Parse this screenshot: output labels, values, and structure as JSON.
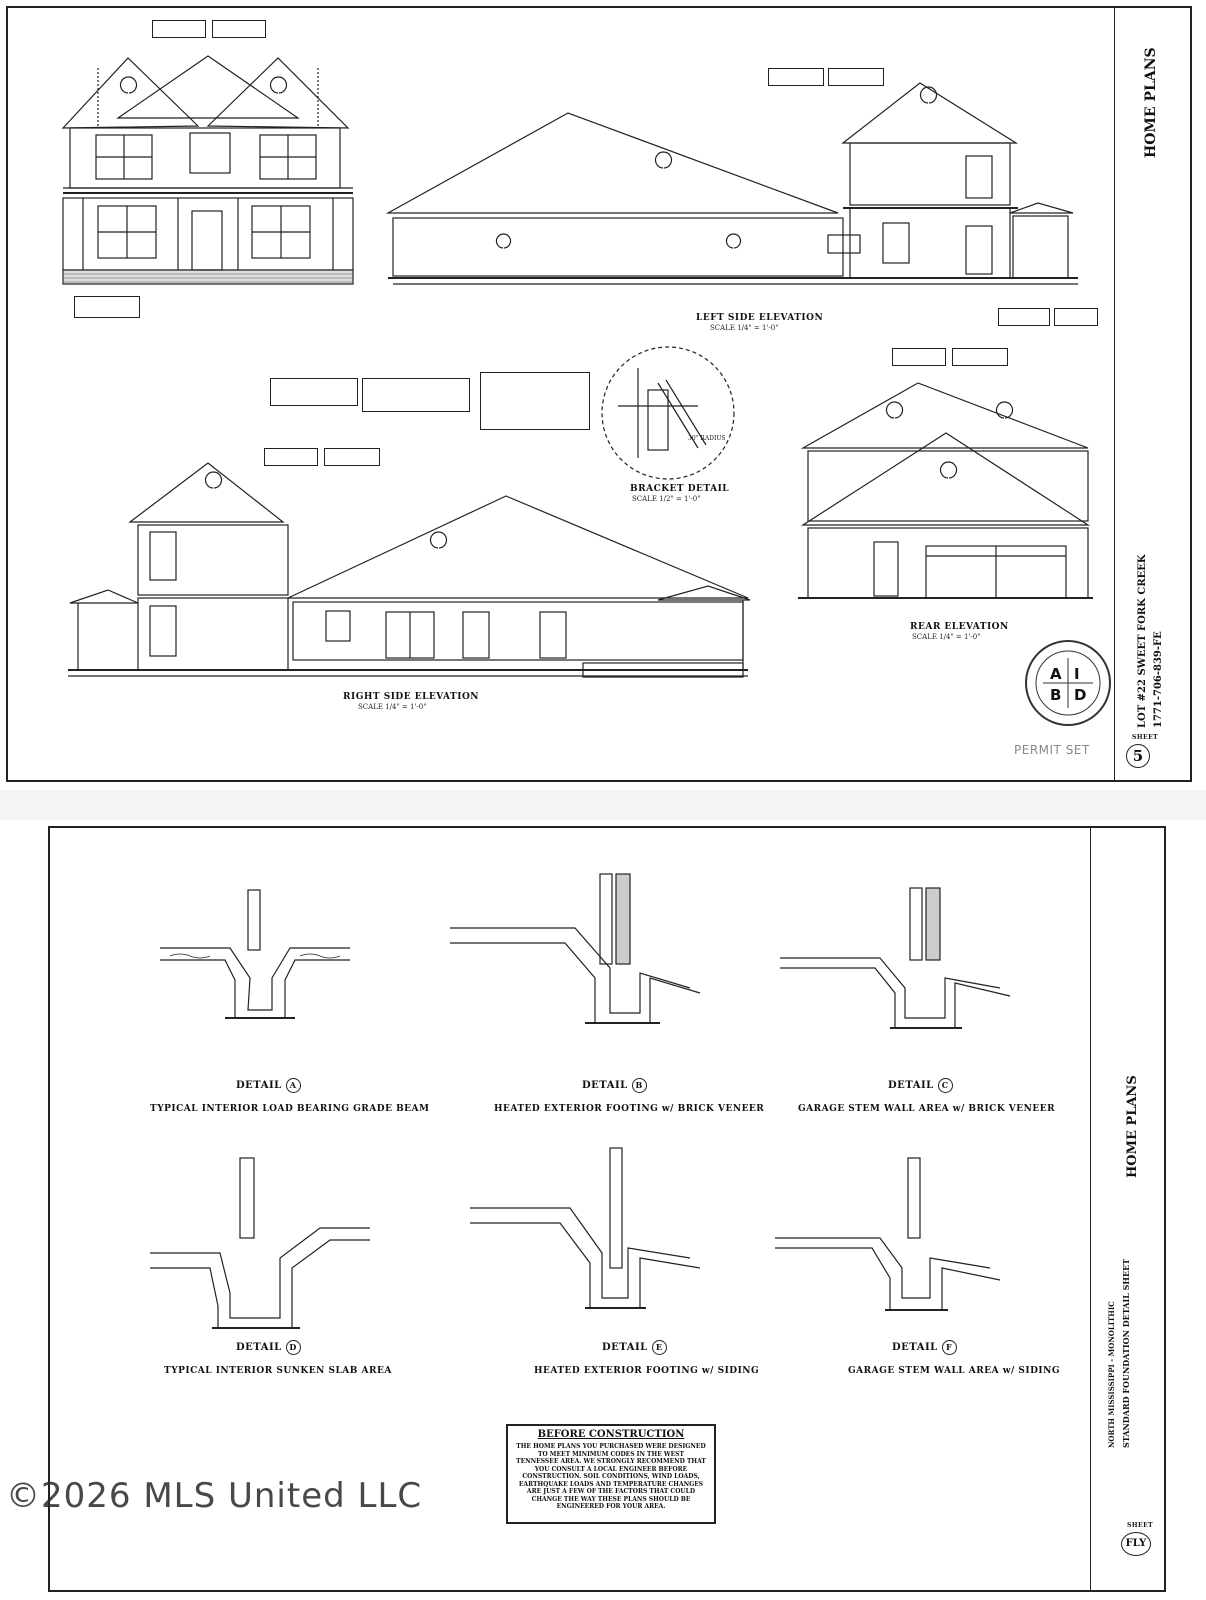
{
  "sheet1": {
    "titles": {
      "left_side": "LEFT SIDE ELEVATION",
      "right_side": "RIGHT SIDE ELEVATION",
      "rear": "REAR ELEVATION",
      "bracket": "BRACKET DETAIL"
    },
    "scales": {
      "left_side": "SCALE 1/4\" = 1'-0\"",
      "right_side": "SCALE 1/4\" = 1'-0\"",
      "rear": "SCALE 1/4\" = 1'-0\"",
      "bracket": "SCALE 1/2\" = 1'-0\""
    },
    "bracket_radius": "30\" RADIUS",
    "title_block": {
      "company": "HOME PLANS",
      "lot": "LOT #22 SWEET FORK CREEK",
      "plan_no": "1771-706-839-FE",
      "sheet_label": "SHEET",
      "sheet_number": "5",
      "permit": "PERMIT SET"
    },
    "stamp_letters": [
      "A",
      "I",
      "B",
      "D"
    ]
  },
  "sheet2": {
    "details": [
      {
        "tag": "A",
        "label": "DETAIL",
        "title": "TYPICAL INTERIOR LOAD BEARING GRADE BEAM"
      },
      {
        "tag": "B",
        "label": "DETAIL",
        "title": "HEATED EXTERIOR FOOTING w/ BRICK VENEER"
      },
      {
        "tag": "C",
        "label": "DETAIL",
        "title": "GARAGE STEM WALL AREA w/ BRICK VENEER"
      },
      {
        "tag": "D",
        "label": "DETAIL",
        "title": "TYPICAL INTERIOR  SUNKEN SLAB AREA"
      },
      {
        "tag": "E",
        "label": "DETAIL",
        "title": "HEATED EXTERIOR FOOTING w/ SIDING"
      },
      {
        "tag": "F",
        "label": "DETAIL",
        "title": "GARAGE STEM WALL AREA w/ SIDING"
      }
    ],
    "before_construction": {
      "title": "BEFORE CONSTRUCTION",
      "text": "THE HOME PLANS YOU PURCHASED WERE DESIGNED TO MEET MINIMUM CODES IN THE WEST TENNESSEE AREA.  WE STRONGLY RECOMMEND THAT YOU CONSULT A LOCAL ENGINEER BEFORE CONSTRUCTION.  SOIL CONDITIONS, WIND LOADS, EARTHQUAKE LOADS AND TEMPERATURE CHANGES ARE JUST A FEW OF THE FACTORS THAT COULD CHANGE THE WAY THESE PLANS SHOULD BE ENGINEERED FOR YOUR AREA."
    },
    "title_block": {
      "company": "HOME PLANS",
      "sheet_name": "STANDARD FOUNDATION DETAIL SHEET",
      "region": "NORTH MISSISSIPPI - MONOLITHIC",
      "sheet_label": "SHEET",
      "sheet_number": "FLY"
    }
  },
  "watermark": "©2026 MLS United LLC"
}
